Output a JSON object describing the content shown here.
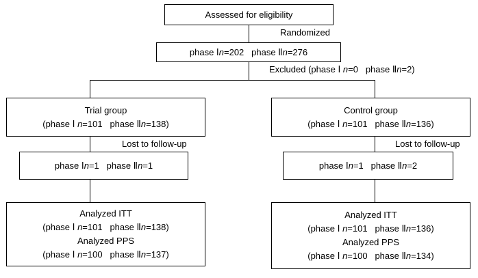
{
  "assessed": "Assessed for eligibility",
  "randomized": "Randomized",
  "phase1": "phase Ⅰ",
  "phase2": "phase Ⅱ",
  "n_sym": "n",
  "random_box": {
    "p1": "=202",
    "p2": "=276"
  },
  "excluded": {
    "label": "Excluded (phase Ⅰ ",
    "p1": "=0",
    "p2": "=2)"
  },
  "trial": {
    "title": "Trial group",
    "counts": {
      "open": "(phase Ⅰ ",
      "p1": "=101",
      "p2": "=138)"
    },
    "lost_label": "Lost to follow-up",
    "lost": {
      "p1": "=1",
      "p2": "=1"
    },
    "itt_title": "Analyzed ITT",
    "itt": {
      "open": "(phase Ⅰ ",
      "p1": "=101",
      "p2": "=138)"
    },
    "pps_title": "Analyzed PPS",
    "pps": {
      "open": "(phase Ⅰ ",
      "p1": "=100",
      "p2": "=137)"
    }
  },
  "control": {
    "title": "Control group",
    "counts": {
      "open": "(phase Ⅰ ",
      "p1": "=101",
      "p2": "=136)"
    },
    "lost_label": "Lost to follow-up",
    "lost": {
      "p1": "=1",
      "p2": "=2"
    },
    "itt_title": "Analyzed ITT",
    "itt": {
      "open": "(phase Ⅰ ",
      "p1": "=101",
      "p2": "=136)"
    },
    "pps_title": "Analyzed PPS",
    "pps": {
      "open": "(phase Ⅰ ",
      "p1": "=100",
      "p2": "=134)"
    }
  }
}
